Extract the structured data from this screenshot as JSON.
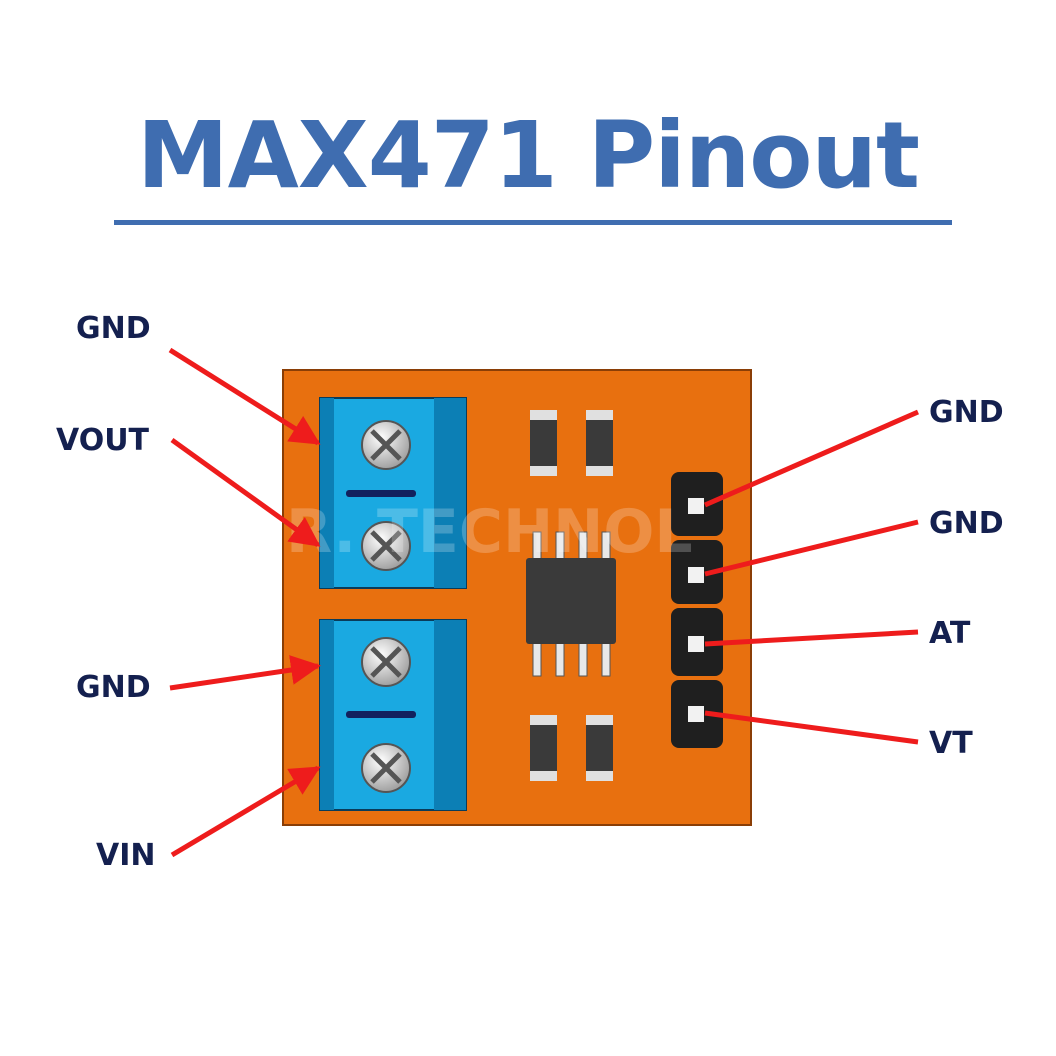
{
  "title": "MAX471 Pinout",
  "watermark": "R. TECHNOL",
  "colors": {
    "title": "#3f6db0",
    "board": "#e8700f",
    "terminal_block": "#1aa9e1",
    "terminal_dark": "#0c7fb5",
    "arrow": "#ee1c1c",
    "label": "#14204f",
    "header": "#1f1f1f",
    "chip": "#3a3a3a"
  },
  "labels": {
    "left": [
      "GND",
      "VOUT",
      "GND",
      "VIN"
    ],
    "right": [
      "GND",
      "GND",
      "AT",
      "VT"
    ]
  }
}
